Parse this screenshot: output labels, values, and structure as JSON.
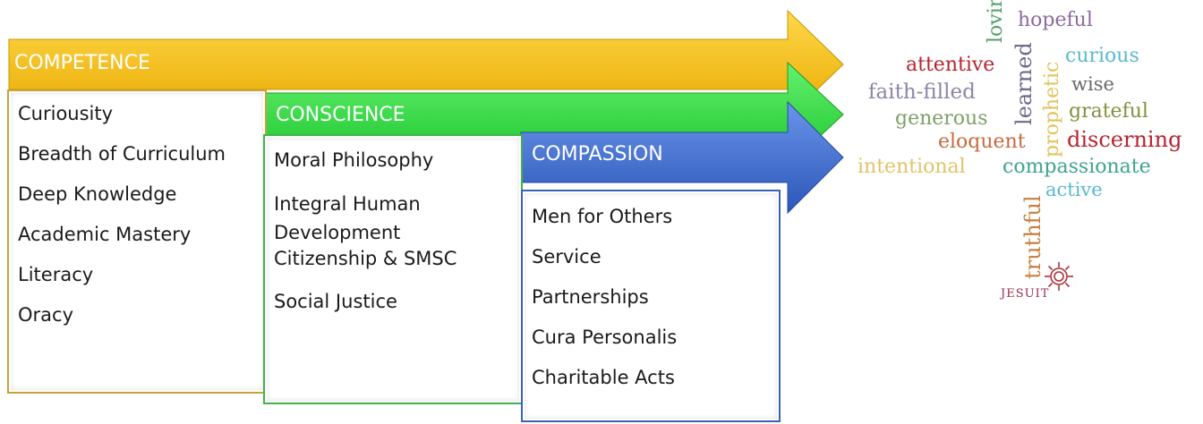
{
  "bands": [
    {
      "id": "competence",
      "title": "COMPETENCE",
      "color": "#f6c000",
      "items": [
        "Curiousity",
        "Breadth of Curriculum",
        "Deep Knowledge",
        "Academic Mastery",
        "Literacy",
        "Oracy"
      ]
    },
    {
      "id": "conscience",
      "title": "CONSCIENCE",
      "color": "#2ee33a",
      "items": [
        "Moral Philosophy",
        "Integral Human Development",
        "Citizenship & SMSC",
        "Social Justice"
      ]
    },
    {
      "id": "compassion",
      "title": "COMPASSION",
      "color": "#3b6ed4",
      "items": [
        "Men for Others",
        "Service",
        "Partnerships",
        "Cura Personalis",
        "Charitable Acts"
      ]
    }
  ],
  "wordcloud": {
    "hopeful": "hopeful",
    "loving": "loving",
    "attentive": "attentive",
    "curious": "curious",
    "learned": "learned",
    "faith_filled": "faith-filled",
    "wise": "wise",
    "generous": "generous",
    "prophetic": "prophetic",
    "grateful": "grateful",
    "eloquent": "eloquent",
    "discerning": "discerning",
    "intentional": "intentional",
    "compassionate": "compassionate",
    "active": "active",
    "truthful": "truthful",
    "jesuit": "JESUIT"
  }
}
